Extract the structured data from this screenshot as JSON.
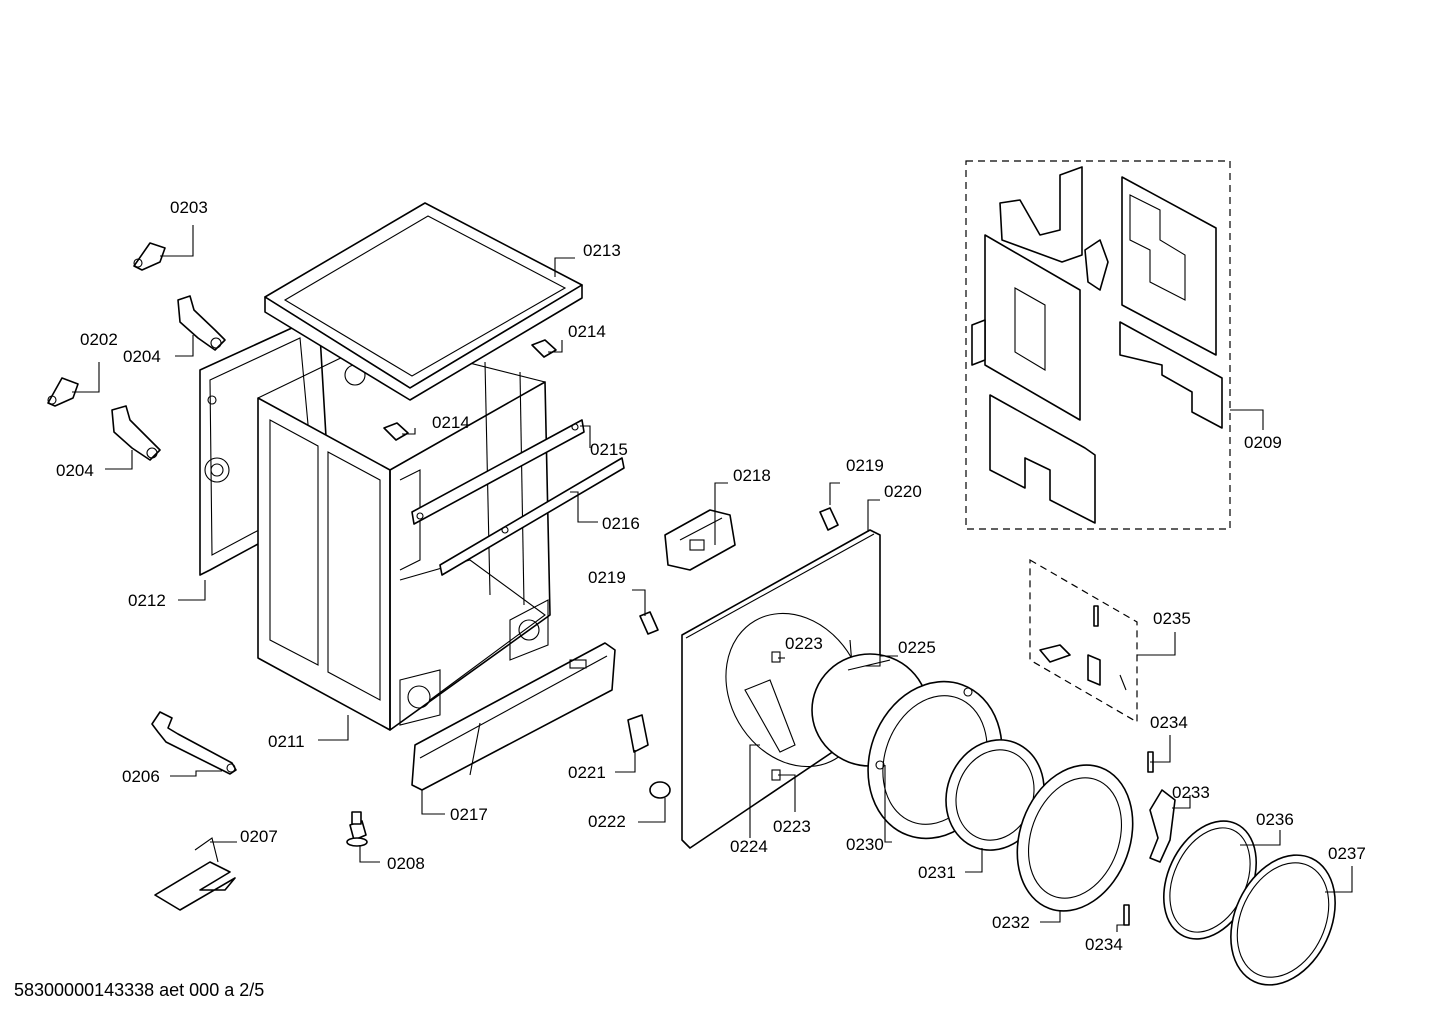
{
  "labels": {
    "p0202": "0202",
    "p0203": "0203",
    "p0204a": "0204",
    "p0204b": "0204",
    "p0206": "0206",
    "p0207": "0207",
    "p0208": "0208",
    "p0209": "0209",
    "p0211": "0211",
    "p0212": "0212",
    "p0213": "0213",
    "p0214a": "0214",
    "p0214b": "0214",
    "p0215": "0215",
    "p0216": "0216",
    "p0217": "0217",
    "p0218": "0218",
    "p0219a": "0219",
    "p0219b": "0219",
    "p0220": "0220",
    "p0221": "0221",
    "p0222": "0222",
    "p0223a": "0223",
    "p0223b": "0223",
    "p0224": "0224",
    "p0225": "0225",
    "p0230": "0230",
    "p0231": "0231",
    "p0232": "0232",
    "p0233": "0233",
    "p0234a": "0234",
    "p0234b": "0234",
    "p0235": "0235",
    "p0236": "0236",
    "p0237": "0237"
  },
  "footer": "58300000143338 aet 000 a 2/5"
}
